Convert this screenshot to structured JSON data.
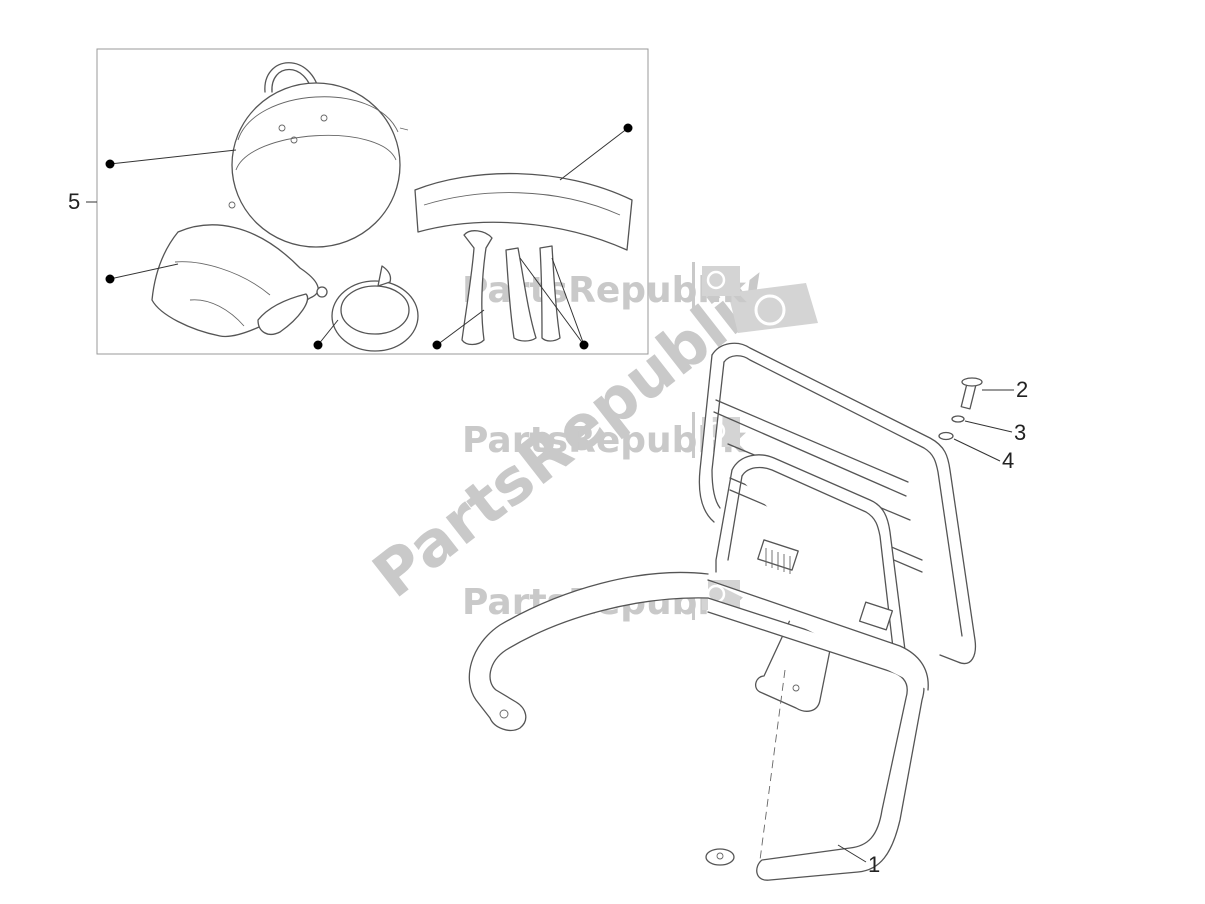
{
  "callouts": [
    {
      "id": "1",
      "label": "1"
    },
    {
      "id": "2",
      "label": "2"
    },
    {
      "id": "3",
      "label": "3"
    },
    {
      "id": "4",
      "label": "4"
    },
    {
      "id": "5",
      "label": "5"
    }
  ],
  "watermark": {
    "text": "PartsRepublik",
    "icon": "gear-icon",
    "color": "#c9c9c9"
  },
  "colors": {
    "line": "#333333",
    "frame": "#999999",
    "dot": "#000000"
  }
}
